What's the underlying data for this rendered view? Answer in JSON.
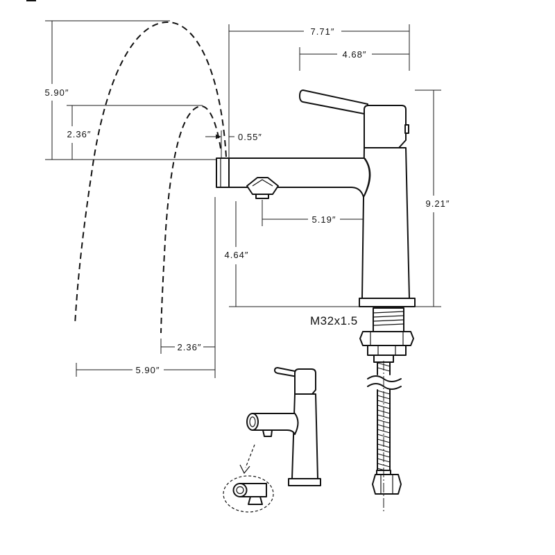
{
  "dimensions": {
    "overall_length": "7.71″",
    "handle_to_back": "4.68″",
    "spray_height_high": "5.90″",
    "spray_height_low": "2.36″",
    "aerator_offset": "0.55″",
    "total_height": "9.21″",
    "spout_reach": "5.19″",
    "spout_height": "4.64″",
    "spray_reach_low": "2.36″",
    "spray_reach_high": "5.90″"
  },
  "thread_size": "M32x1.5"
}
